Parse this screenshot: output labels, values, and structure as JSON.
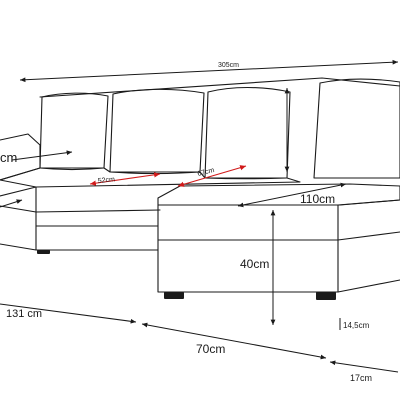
{
  "diagram": {
    "subject": "corner sofa bed dimension drawing",
    "colors": {
      "outline": "#1a1a1a",
      "dimension": "#1a1a1a",
      "seat_arrow": "#d11a1a",
      "background": "#ffffff"
    },
    "labels": {
      "overall_length": "305cm",
      "left_depth": "cm",
      "seat_depth_left": "52cm",
      "seat_depth_right": "67cm",
      "chaise_depth": "110cm",
      "height": "40cm",
      "left_width": "131 cm",
      "chaise_width": "70cm",
      "leg_height": "14,5cm",
      "leg_offset": "17cm"
    }
  }
}
